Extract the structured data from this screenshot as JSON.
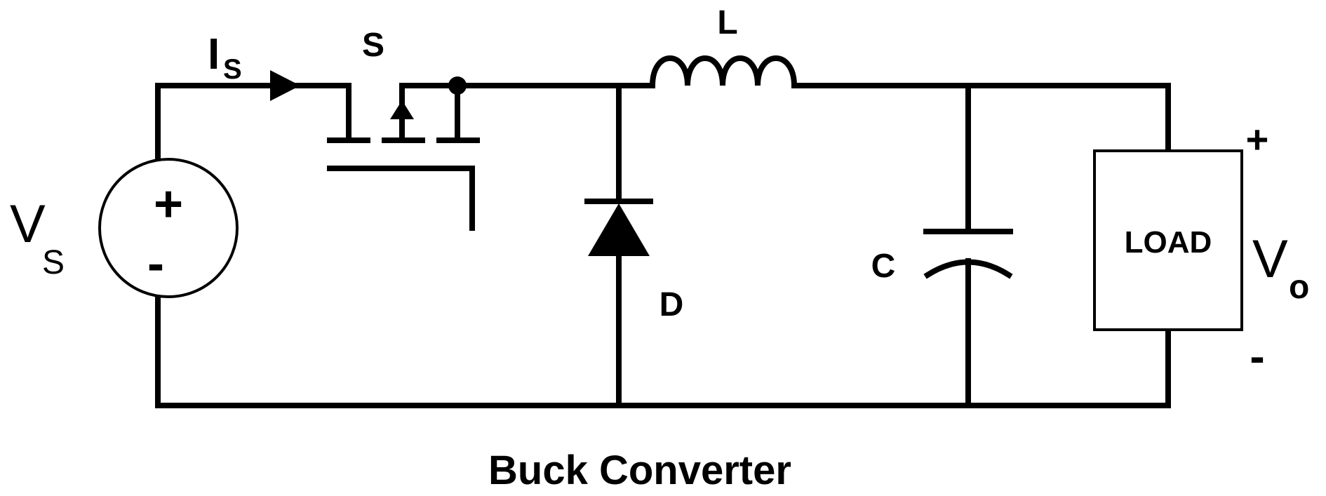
{
  "labels": {
    "source_voltage": "V",
    "source_voltage_sub": "S",
    "source_current": "I",
    "source_current_sub": "S",
    "switch": "S",
    "inductor": "L",
    "diode": "D",
    "capacitor": "C",
    "load": "LOAD",
    "output_voltage": "V",
    "output_voltage_sub": "o",
    "source_plus": "+",
    "source_minus": "-",
    "output_plus": "+",
    "output_minus": "-",
    "caption": "Buck Converter"
  },
  "colors": {
    "stroke": "#000000",
    "background": "#ffffff"
  }
}
